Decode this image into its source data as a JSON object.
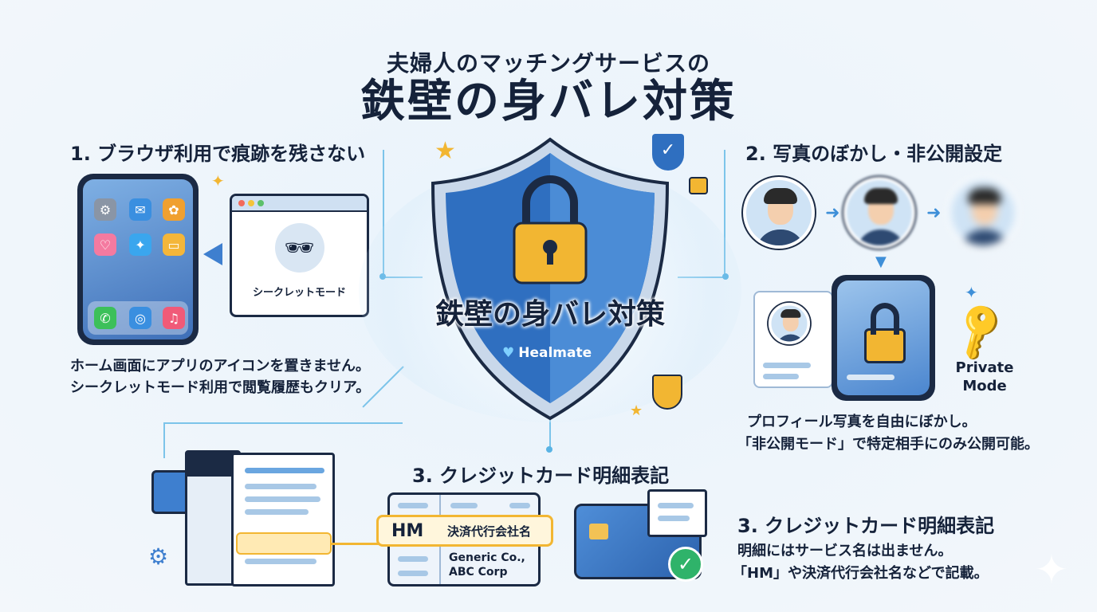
{
  "title": {
    "line1": "夫婦人のマッチングサービスの",
    "line2": "鉄壁の身バレ対策"
  },
  "center": {
    "shield_text": "鉄壁の身バレ対策",
    "brand": "Healmate"
  },
  "section1": {
    "heading": "1. ブラウザ利用で痕跡を残さない",
    "browser_label": "シークレットモード",
    "desc": [
      "ホーム画面にアプリのアイコンを置きません。",
      "シークレットモード利用で閲覧履歴もクリア。"
    ]
  },
  "section2": {
    "heading": "2. 写真のぼかし・非公開設定",
    "private_mode": [
      "Private",
      "Mode"
    ],
    "desc": [
      "プロフィール写真を自由にぼかし。",
      "「非公開モード」で特定相手にのみ公開可能。"
    ]
  },
  "section3": {
    "heading_center": "3. クレジットカード明細表記",
    "statement": {
      "hm": "HM",
      "agent": "決済代行会社名",
      "generic": [
        "Generic Co.,",
        "ABC Corp"
      ]
    },
    "heading": "3. クレジットカード明細表記",
    "desc": [
      "明細にはサービス名は出ません。",
      "「HM」や決済代行会社名などで記載。"
    ]
  },
  "colors": {
    "navy": "#15223a",
    "accent": "#2f6fc0",
    "gold": "#f2b632"
  }
}
